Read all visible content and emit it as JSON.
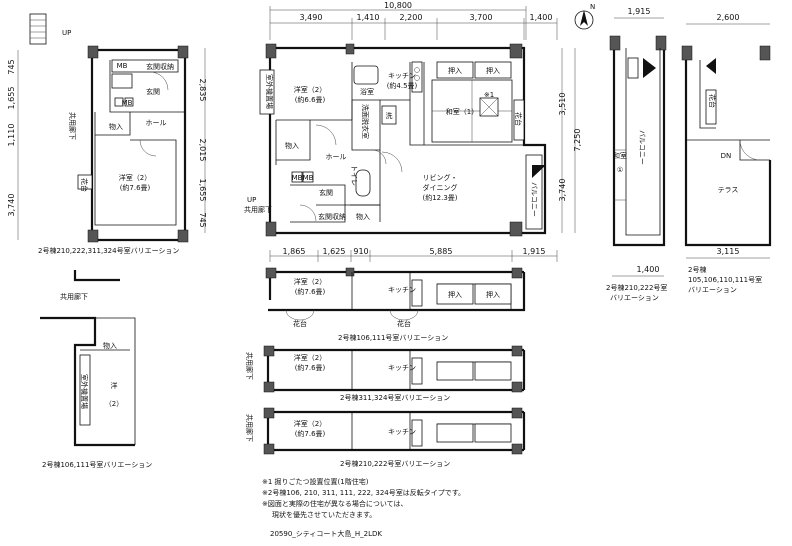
{
  "plan_code": "20590_シティコート大島_H_2LDK",
  "main_plan": {
    "top_total": "10,800",
    "top_dims": [
      "3,490",
      "1,410",
      "2,200",
      "3,700",
      "1,400"
    ],
    "bottom_dims": [
      "1,865",
      "1,625",
      "910",
      "5,885",
      "1,915"
    ],
    "right_dims": [
      "3,510",
      "7,250",
      "3,740"
    ],
    "left_dims": [
      "2,835",
      "2,015",
      "1,655",
      "745"
    ],
    "rooms": {
      "western2": "洋室（2）",
      "western2_size": "(約6.6畳)",
      "storage_outside": "室外機置場",
      "bath": "浴室",
      "laundry": "洗面脱衣室",
      "wash": "洗",
      "kitchen": "キッチン",
      "kitchen_size": "(約4.5畳)",
      "oshiire": "押入",
      "oshiire2": "押入",
      "japanese1": "和室（1）",
      "note_mark": "※1",
      "flower": "花台",
      "closet": "物入",
      "hall": "ホール",
      "toilet": "トイレ",
      "entrance": "玄関",
      "entrance_storage": "玄関収納",
      "closet2": "物入",
      "mb1": "MB",
      "mb2": "MB",
      "up": "UP",
      "corridor": "共用廊下",
      "living": "リビング・",
      "dining": "ダイニング",
      "living_size": "(約12.3畳)",
      "balcony": "バルコニー"
    }
  },
  "left_plan": {
    "up": "UP",
    "dims": [
      "745",
      "1,655",
      "1,110",
      "3,740"
    ],
    "entrance_storage": "玄関収納",
    "entrance": "玄関",
    "mb1": "MB",
    "mb2": "MB",
    "hall": "ホール",
    "closet": "物入",
    "corridor": "共用廊下",
    "western2": "洋室（2）",
    "western2_size": "(約7.6畳)",
    "flower": "花台",
    "caption": "2号棟210,222,311,324号室バリエーション"
  },
  "left_small": {
    "corridor": "共用廊下",
    "closet": "物入",
    "western": "洋",
    "western_num": "（2）",
    "storage_outside": "室外機置場",
    "caption": "2号棟106,111号室バリエーション"
  },
  "strips": [
    {
      "western2": "洋室（2）",
      "size": "(約7.6畳)",
      "kitchen": "キッチン",
      "oshiire": "押入",
      "oshiire2": "押入",
      "flower1": "花台",
      "flower2": "花台",
      "caption": "2号棟106,111号室バリエーション"
    },
    {
      "corridor": "共用廊下",
      "western2": "洋室（2）",
      "size": "(約7.6畳)",
      "kitchen": "キッチン",
      "caption": "2号棟311,324号室バリエーション"
    },
    {
      "corridor": "共用廊下",
      "western2": "洋室（2）",
      "size": "(約7.6畳)",
      "kitchen": "キッチン",
      "caption": "2号棟210,222号室バリエーション"
    }
  ],
  "right_plan_a": {
    "top_dim": "1,915",
    "bottom_dim": "1,400",
    "balcony": "バルコニー",
    "japanese": "和室",
    "japanese_num": "①",
    "caption_line1": "2号棟210,222号室",
    "caption_line2": "バリエーション"
  },
  "right_plan_b": {
    "top_dim": "2,600",
    "bottom_dim": "3,115",
    "flower": "花台",
    "dn": "DN",
    "terrace": "テラス",
    "caption_line1": "2号棟",
    "caption_line2": "105,106,110,111号室",
    "caption_line3": "バリエーション"
  },
  "notes": [
    "※1 掘りごたつ設置位置(1階住宅)",
    "※2号棟106, 210, 311, 111, 222, 324号室は反転タイプです。",
    "※図面と実際の住宅が異なる場合については、",
    "現状を優先させていただきます。"
  ],
  "compass": "N"
}
